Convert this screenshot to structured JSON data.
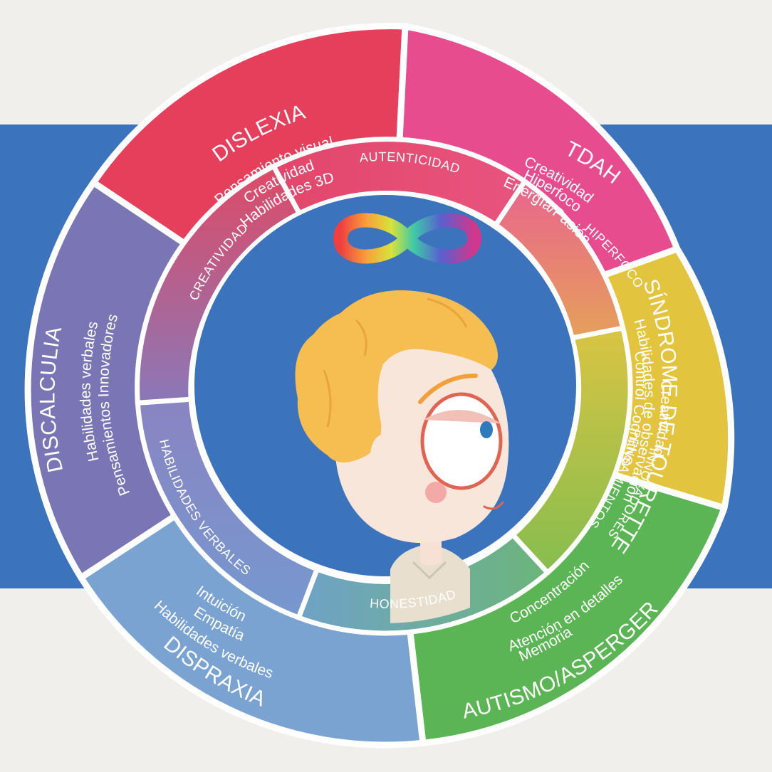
{
  "colors": {
    "background": "#f1efec",
    "band": "#3b73bd",
    "dislexia": "#e53f5b",
    "tdah": "#e74c8f",
    "tourette": "#e3c43f",
    "autismo": "#5cb554",
    "dispraxia": "#7aa3d1",
    "discalculia": "#7a76b6"
  },
  "outer": [
    {
      "id": "dislexia",
      "title": "DISLEXIA",
      "traits": [
        "Pensamiento visual",
        "Creatividad",
        "Habilidades 3D"
      ]
    },
    {
      "id": "tdah",
      "title": "TDAH",
      "traits": [
        "Creatividad",
        "Hiperfoco",
        "Energía/Pasión"
      ]
    },
    {
      "id": "tourette",
      "title": "SÍNDROME DE TOURETTE",
      "traits": [
        "Creatividad",
        "Control Cognitivo",
        "Habilidades de observación"
      ]
    },
    {
      "id": "autismo",
      "title": "AUTISMO/ASPERGER",
      "traits": [
        "Concentración",
        "Atención en detalles",
        "Memoria"
      ]
    },
    {
      "id": "dispraxia",
      "title": "DISPRAXIA",
      "traits": [
        "Intuición",
        "Empatía",
        "Habilidades verbales"
      ]
    },
    {
      "id": "discalculia",
      "title": "DISCALCULIA",
      "traits": [
        "Habilidades verbales",
        "Pensamientos Innovadores"
      ]
    }
  ],
  "inner": [
    {
      "id": "autenticidad",
      "label": "AUTENTICIDAD"
    },
    {
      "id": "hiperfoco",
      "label": "HIPERFOCO"
    },
    {
      "id": "pensamientos",
      "label": "PENSAMIENTOS",
      "label2": "INNOVADORES"
    },
    {
      "id": "honestidad",
      "label": "HONESTIDAD"
    },
    {
      "id": "habilidades",
      "label": "HABILIDADES VERBALES"
    },
    {
      "id": "creatividad",
      "label": "CREATIVIDAD"
    }
  ],
  "icons": {
    "center_symbol": "rainbow-infinity-icon",
    "character": "child-character"
  }
}
